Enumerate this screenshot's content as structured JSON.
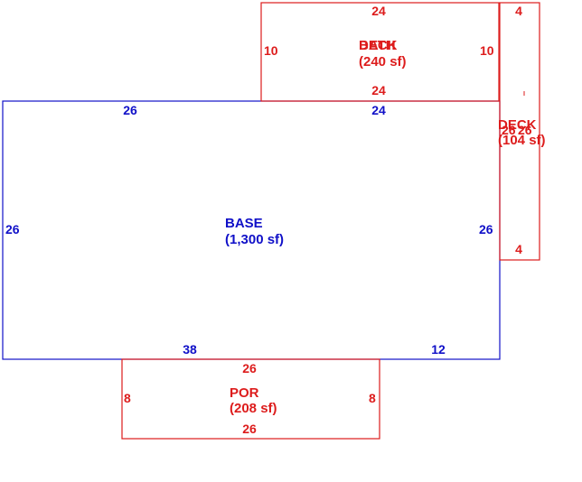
{
  "colors": {
    "base": "#1010c8",
    "addon": "#dd1c1c"
  },
  "base": {
    "name": "BASE",
    "area": "(1,300 sf)",
    "dims": {
      "top_left": "26",
      "top_right": "24",
      "left": "26",
      "right": "26",
      "bottom_left": "38",
      "bottom_right": "12"
    }
  },
  "deck_top": {
    "name": "DECK",
    "overlay_name": "BATH",
    "area": "(240 sf)",
    "dims": {
      "top": "24",
      "bottom": "24",
      "left": "10",
      "right": "10"
    }
  },
  "deck_right": {
    "name": "DECK",
    "area": "(104 sf)",
    "dims": {
      "top": "4",
      "bottom": "4",
      "side": "26"
    }
  },
  "porch": {
    "name": "POR",
    "area": "(208 sf)",
    "dims": {
      "top": "26",
      "bottom": "26",
      "left": "8",
      "right": "8"
    }
  }
}
